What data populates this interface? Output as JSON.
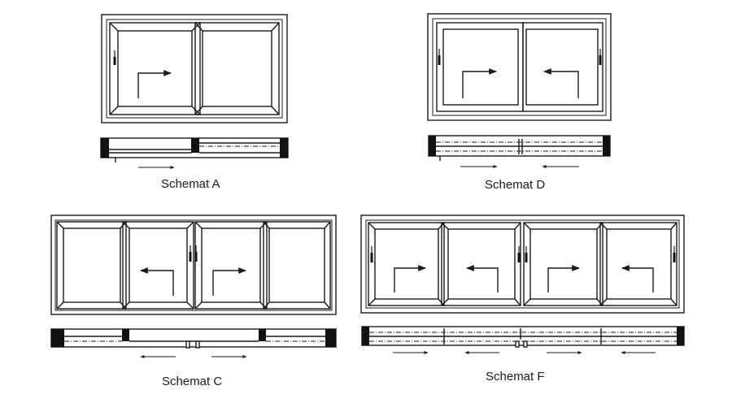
{
  "diagrams": {
    "a": {
      "caption": "Schemat A"
    },
    "d": {
      "caption": "Schemat D"
    },
    "c": {
      "caption": "Schemat C"
    },
    "f": {
      "caption": "Schemat F"
    }
  },
  "colors": {
    "line": "#1a1a1a",
    "fill_dark": "#111111",
    "background": "#ffffff"
  },
  "icons": {
    "handle": "window-handle-icon",
    "open_right": "open-right-arrow-icon",
    "open_left": "open-left-arrow-icon",
    "slide": "slide-direction-arrow-icon"
  }
}
